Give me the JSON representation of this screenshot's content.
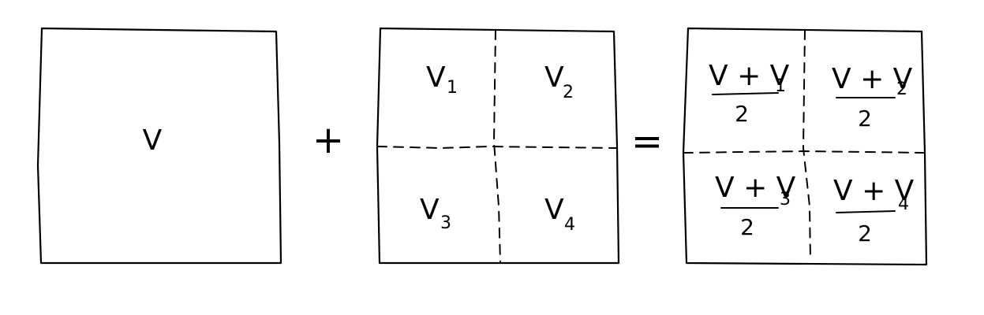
{
  "left_box": {
    "label": "V"
  },
  "plus": "+",
  "equals": "=",
  "middle_box": {
    "cells": [
      {
        "base": "V",
        "sub": "1"
      },
      {
        "base": "V",
        "sub": "2"
      },
      {
        "base": "V",
        "sub": "3"
      },
      {
        "base": "V",
        "sub": "4"
      }
    ]
  },
  "right_box": {
    "cells": [
      {
        "numerator": "V + V",
        "sub": "1",
        "denominator": "2"
      },
      {
        "numerator": "V + V",
        "sub": "2",
        "denominator": "2"
      },
      {
        "numerator": "V + V",
        "sub": "3",
        "denominator": "2"
      },
      {
        "numerator": "V + V",
        "sub": "4",
        "denominator": "2"
      }
    ]
  }
}
